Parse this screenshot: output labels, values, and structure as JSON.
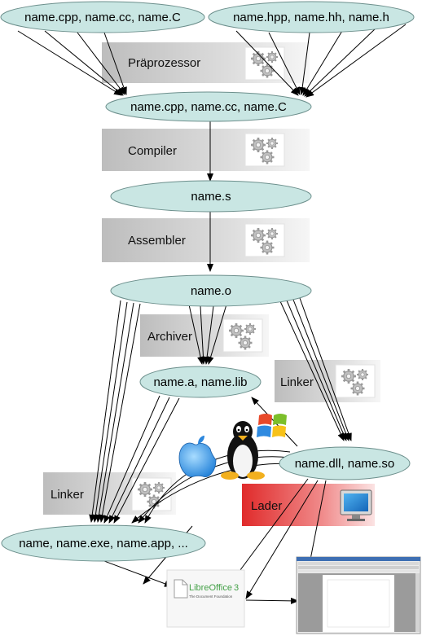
{
  "nodes": {
    "source_top": "name.cpp, name.cc, name.C",
    "headers": "name.hpp, name.hh, name.h",
    "preprocessed": "name.cpp, name.cc, name.C",
    "assembly": "name.s",
    "object": "name.o",
    "static_lib": "name.a, name.lib",
    "shared_lib": "name.dll, name.so",
    "executable": "name, name.exe, name.app, ..."
  },
  "tools": {
    "preprocessor": "Präprozessor",
    "compiler": "Compiler",
    "assembler": "Assembler",
    "archiver": "Archiver",
    "linker_right": "Linker",
    "linker_left": "Linker",
    "loader": "Lader"
  },
  "logo": {
    "product": "LibreOffice",
    "version": "3",
    "foundation": "The Document Foundation"
  },
  "icons": [
    "gear-icon",
    "apple-logo-icon",
    "linux-tux-icon",
    "windows-logo-icon",
    "monitor-icon",
    "libreoffice-logo",
    "document-window-screenshot"
  ],
  "colors": {
    "ellipse_fill": "#c9e6e3",
    "ellipse_stroke": "#6c8f8c",
    "tool_gray": "#cfcfcf",
    "loader_red": "#e63b3b"
  }
}
